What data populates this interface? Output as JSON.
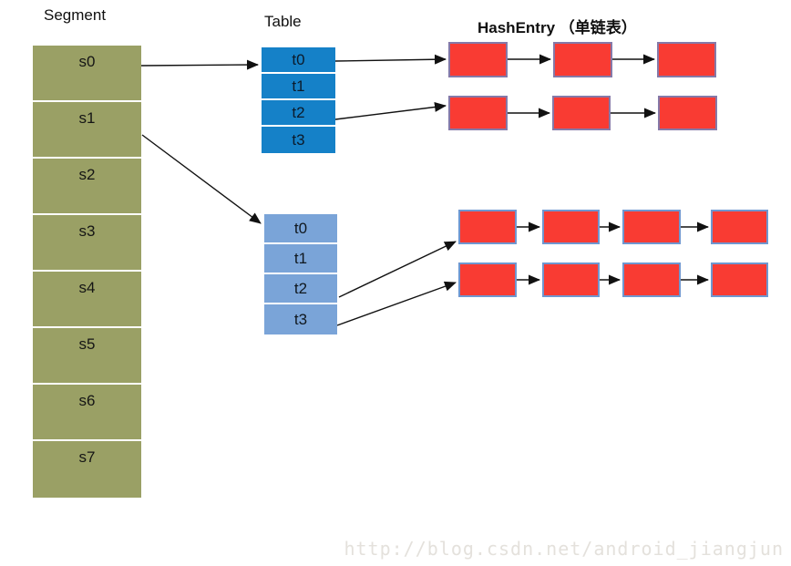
{
  "diagram": {
    "segment_label": "Segment",
    "table_label": "Table",
    "hashentry_label": "HashEntry （单链表）",
    "segment_cells": [
      "s0",
      "s1",
      "s2",
      "s3",
      "s4",
      "s5",
      "s6",
      "s7"
    ],
    "table1_cells": [
      "t0",
      "t1",
      "t2",
      "t3"
    ],
    "table2_cells": [
      "t0",
      "t1",
      "t2",
      "t3"
    ],
    "hash_lists": {
      "top_group_rows": 2,
      "top_group_nodes_per_row": 3,
      "bottom_group_rows": 2,
      "bottom_group_nodes_per_row": 4
    },
    "watermark": "http://blog.csdn.net/android_jiangjun",
    "colors": {
      "segment_fill": "#9aa065",
      "table1_fill": "#1581c8",
      "table2_fill": "#7aa4d8",
      "hashentry_fill": "#f93b33",
      "hashentry_border_top": "#8579a8",
      "hashentry_border_bottom": "#6f97d0",
      "arrow": "#111111",
      "watermark": "#e4e1dc"
    }
  }
}
